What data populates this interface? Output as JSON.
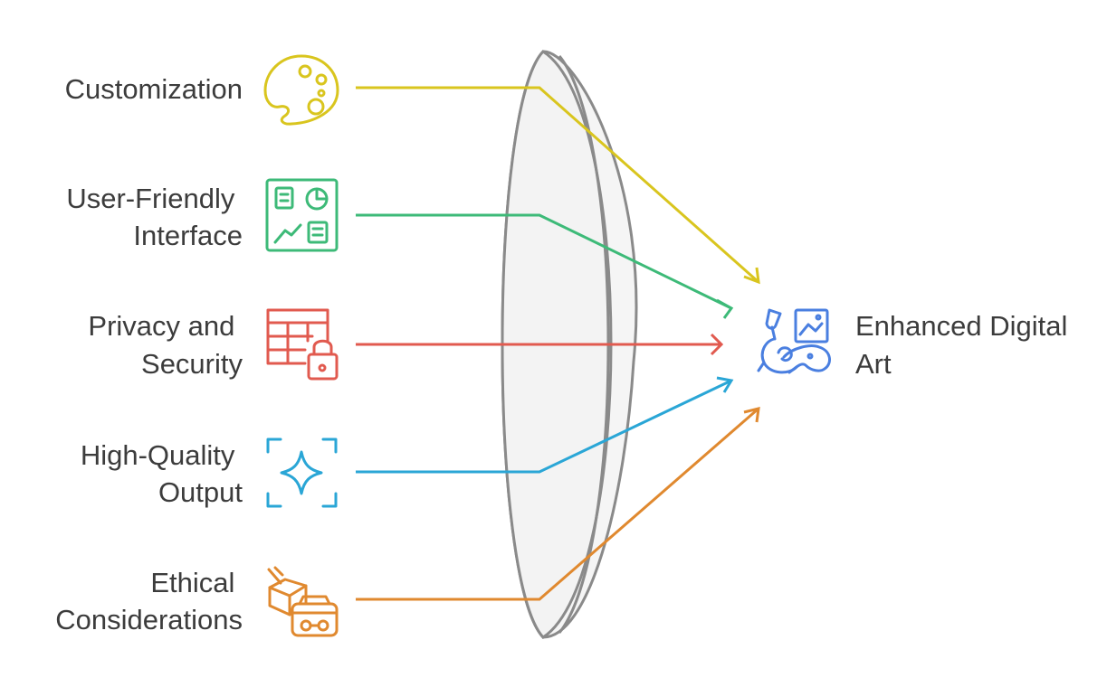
{
  "diagram": {
    "inputs": [
      {
        "id": "customization",
        "lines": [
          "Customization"
        ],
        "icon": "palette-icon",
        "color": "#d9c51e"
      },
      {
        "id": "user-friendly-interface",
        "lines": [
          "User-Friendly",
          "Interface"
        ],
        "icon": "dashboard-icon",
        "color": "#3dba78"
      },
      {
        "id": "privacy-and-security",
        "lines": [
          "Privacy and",
          "Security"
        ],
        "icon": "locked-table-icon",
        "color": "#e15a4f"
      },
      {
        "id": "high-quality-output",
        "lines": [
          "High-Quality",
          "Output"
        ],
        "icon": "sparkle-frame-icon",
        "color": "#2aa6d6"
      },
      {
        "id": "ethical-considerations",
        "lines": [
          "Ethical",
          "Considerations"
        ],
        "icon": "vr-box-icon",
        "color": "#e0892f"
      }
    ],
    "output": {
      "lines": [
        "Enhanced Digital",
        "Art"
      ],
      "icon": "digital-art-icon",
      "color": "#4a7fe0"
    },
    "lens_color": "#8a8a8a"
  }
}
